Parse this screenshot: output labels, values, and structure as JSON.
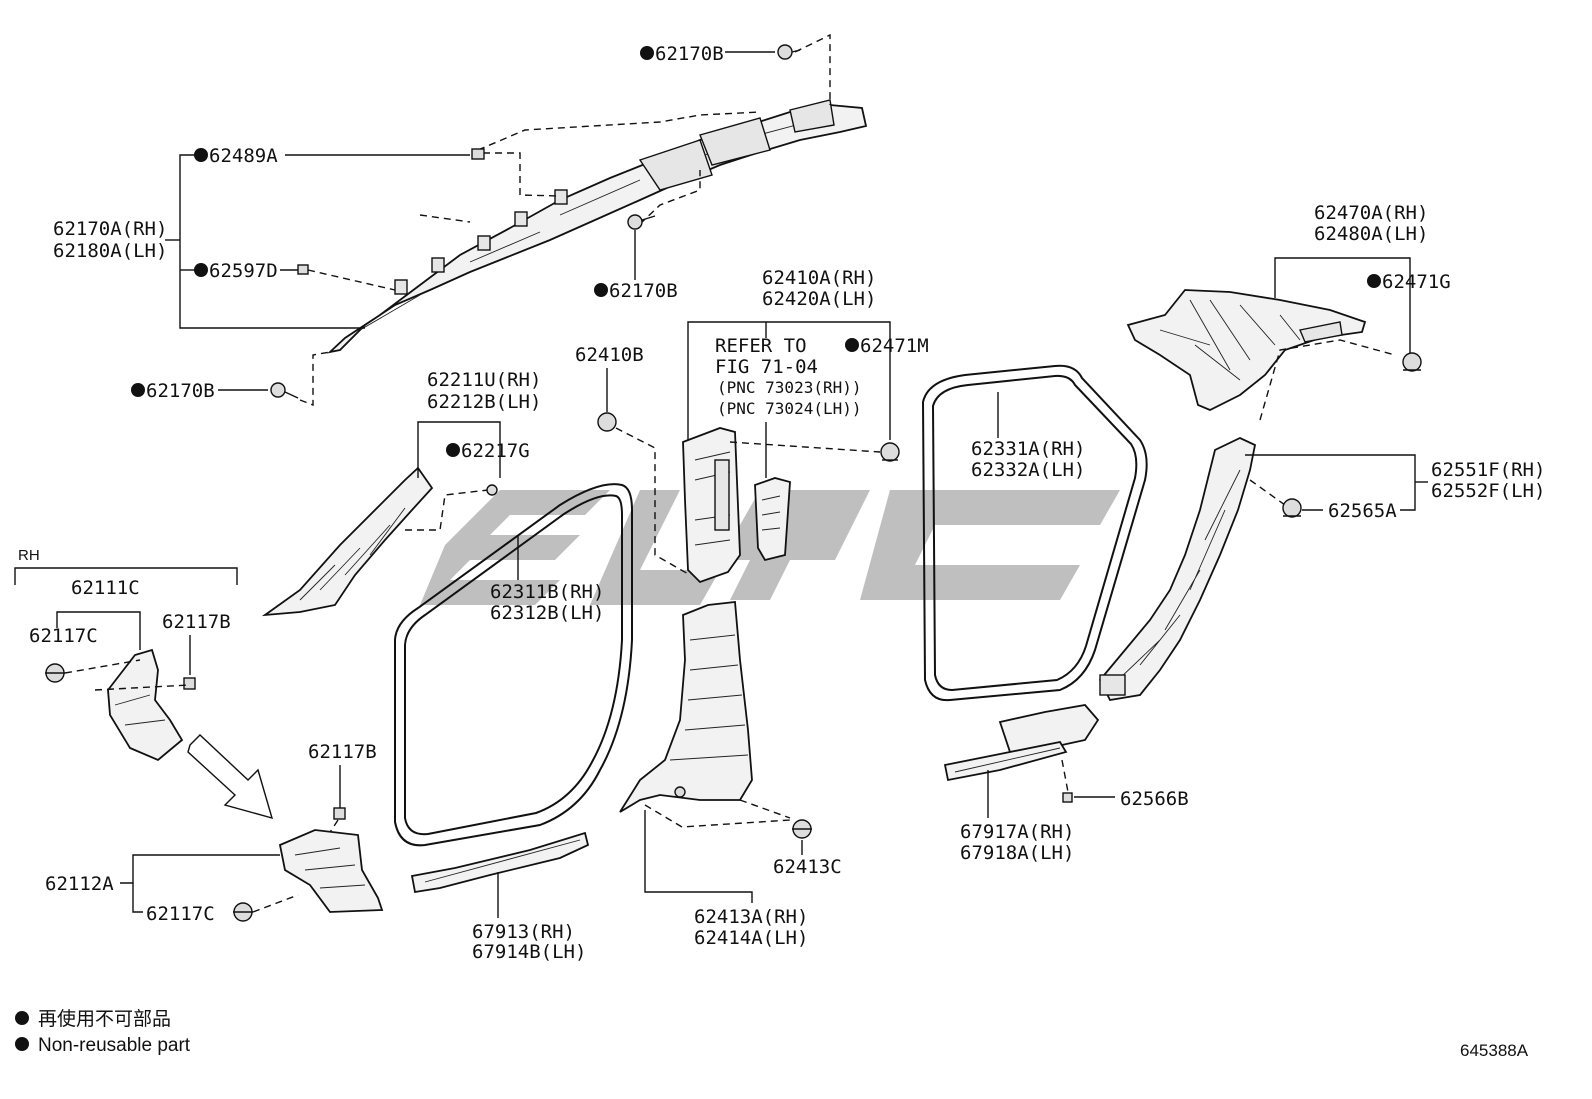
{
  "labels": {
    "a_pillar_clip_top": "62170B",
    "a_pillar_clip_mid": "62170B",
    "a_pillar_clip_bot": "62170B",
    "a_pillar_clip1": "62489A",
    "a_pillar_rh": "62170A(RH)",
    "a_pillar_lh": "62180A(LH)",
    "a_pillar_clip2": "62597D",
    "front_pillar_rh": "62211U(RH)",
    "front_pillar_lh": "62212B(LH)",
    "front_pillar_clip": "62217G",
    "cowl_group": "62111C",
    "cowl_clip_a": "62117C",
    "cowl_clip_b": "62117B",
    "cowl_clip_c": "62117B",
    "cowl_side_trim": "62112A",
    "cowl_clip_d": "62117C",
    "front_seal_rh": "62311B(RH)",
    "front_seal_lh": "62312B(LH)",
    "scuff_rh": "67913(RH)",
    "scuff_lh": "67914B(LH)",
    "clip_62410b": "62410B",
    "b_upper_rh": "62410A(RH)",
    "b_upper_lh": "62420A(LH)",
    "refer_1": "REFER TO",
    "refer_2": "FIG 71-04",
    "refer_3": "(PNC 73023(RH))",
    "refer_4": "(PNC 73024(LH))",
    "clip_62471m": "62471M",
    "b_lower_clip": "62413C",
    "b_lower_rh": "62413A(RH)",
    "b_lower_lh": "62414A(LH)",
    "rear_seal_rh": "62331A(RH)",
    "rear_seal_lh": "62332A(LH)",
    "rear_scuff_rh": "67917A(RH)",
    "rear_scuff_lh": "67918A(LH)",
    "rear_scuff_clip": "62566B",
    "quarter_upper_rh": "62470A(RH)",
    "quarter_upper_lh": "62480A(LH)",
    "quarter_clip": "62471G",
    "c_pillar_rh": "62551F(RH)",
    "c_pillar_lh": "62552F(LH)",
    "c_pillar_clip": "62565A",
    "rh_tag": "RH"
  },
  "legend": {
    "line_jp": "再使用不可部品",
    "line_en": "Non-reusable part"
  },
  "figure_number": "645388A"
}
